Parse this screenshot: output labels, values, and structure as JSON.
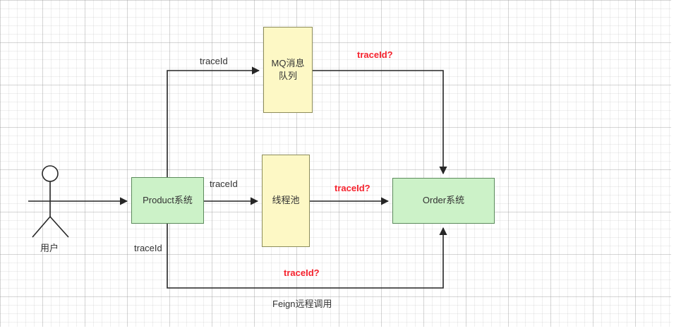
{
  "diagram": {
    "actor": {
      "label": "用户"
    },
    "nodes": {
      "product": {
        "label": "Product系统"
      },
      "mq": {
        "label": "MQ消息队列",
        "line1": "MQ消息",
        "line2": "队列"
      },
      "threadpool": {
        "label": "线程池"
      },
      "order": {
        "label": "Order系统"
      }
    },
    "edge_labels": {
      "mq_in": "traceId",
      "mq_out": "traceId?",
      "pool_in": "traceId",
      "pool_out": "traceId?",
      "feign_in": "traceId",
      "feign_out": "traceId?",
      "feign_caption": "Feign远程调用"
    },
    "colors": {
      "node_green_fill": "#ccf2c8",
      "node_yellow_fill": "#fdf8c5",
      "highlight_red": "#f5222d",
      "line": "#262626"
    }
  }
}
